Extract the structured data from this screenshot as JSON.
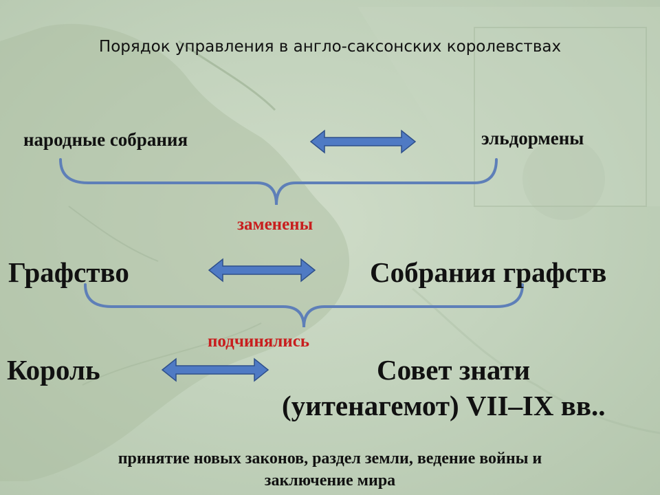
{
  "slide": {
    "title": "Порядок управления в англо-саксонских королевствах",
    "row1": {
      "left": "народные собрания",
      "right": "эльдормены",
      "caption": "заменены"
    },
    "row2": {
      "left": "Графство",
      "right": "Собрания графств",
      "caption": "подчинялись"
    },
    "row3": {
      "left": "Король",
      "right_line1": "Совет знати",
      "right_line2": "(уитенагемот) VII–IX вв.."
    },
    "footer_line1": "принятие новых законов, раздел земли, ведение войны и",
    "footer_line2": "заключение мира"
  },
  "colors": {
    "arrow_fill": "#4f7ac4",
    "arrow_stroke": "#2e4f8a",
    "brace": "#5e7fb8",
    "caption_red": "#c81e1e"
  }
}
